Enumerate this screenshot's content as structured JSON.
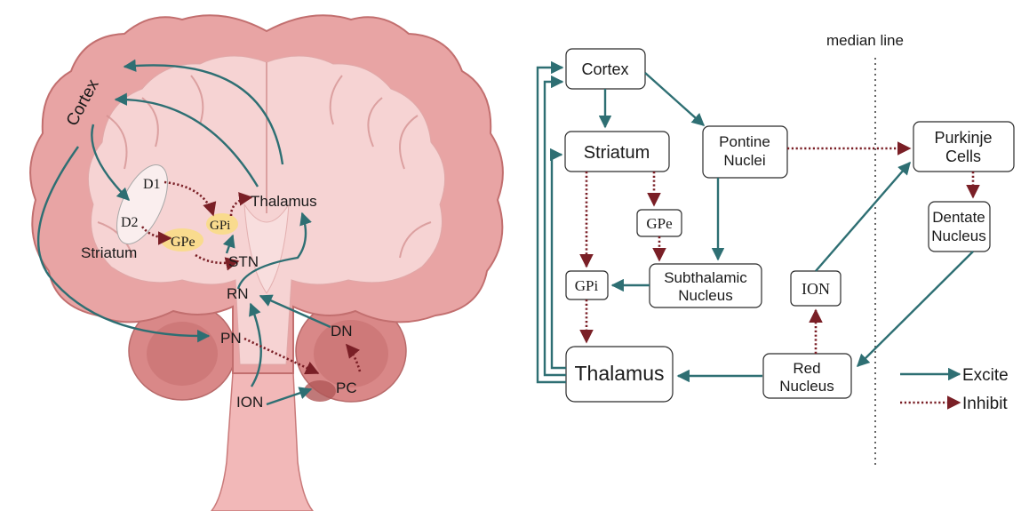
{
  "brain": {
    "cortex": "Cortex",
    "d1": "D1",
    "d2": "D2",
    "striatum": "Striatum",
    "gpe": "GPe",
    "gpi": "GPi",
    "thalamus": "Thalamus",
    "stn": "STN",
    "rn": "RN",
    "dn": "DN",
    "pn": "PN",
    "ion": "ION",
    "pc": "PC"
  },
  "flow": {
    "median_line": "median line",
    "cortex": "Cortex",
    "striatum": "Striatum",
    "pontine_1": "Pontine",
    "pontine_2": "Nuclei",
    "purkinje_1": "Purkinje",
    "purkinje_2": "Cells",
    "gpe": "GPe",
    "dentate_1": "Dentate",
    "dentate_2": "Nucleus",
    "gpi": "GPi",
    "subthalamic_1": "Subthalamic",
    "subthalamic_2": "Nucleus",
    "ion": "ION",
    "thalamus": "Thalamus",
    "red_1": "Red",
    "red_2": "Nucleus"
  },
  "legend": {
    "excite": "Excite",
    "inhibit": "Inhibit"
  },
  "colors": {
    "excite": "#2e6f73",
    "inhibit": "#7a1f26",
    "brain_outer": "#e8a4a4",
    "brain_inner": "#f6d3d3",
    "nucleus_highlight": "#f9dc86"
  }
}
